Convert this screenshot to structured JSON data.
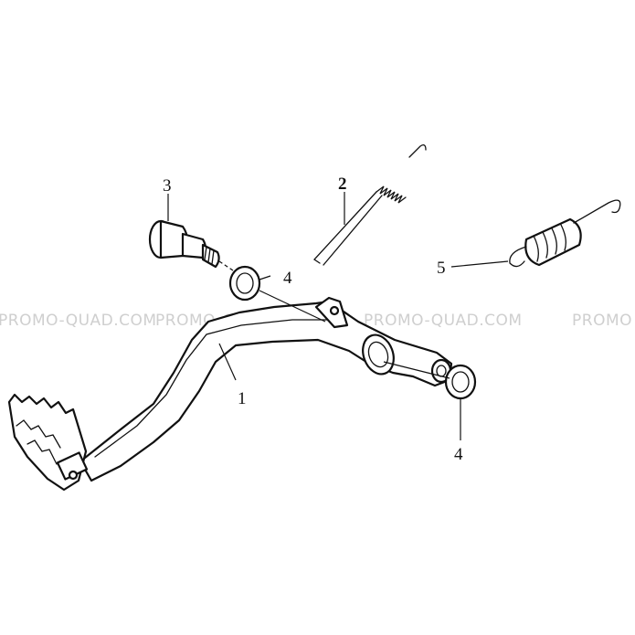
{
  "callouts": {
    "c1": "1",
    "c2": "2",
    "c3": "3",
    "c4a": "4",
    "c4b": "4",
    "c5": "5"
  },
  "watermarks": {
    "w1": "PROMO-QUAD.COM",
    "w2": "PROMO-QUAD.COM",
    "w3": "PROMO-QUAD.COM",
    "w4": "PROMO"
  }
}
